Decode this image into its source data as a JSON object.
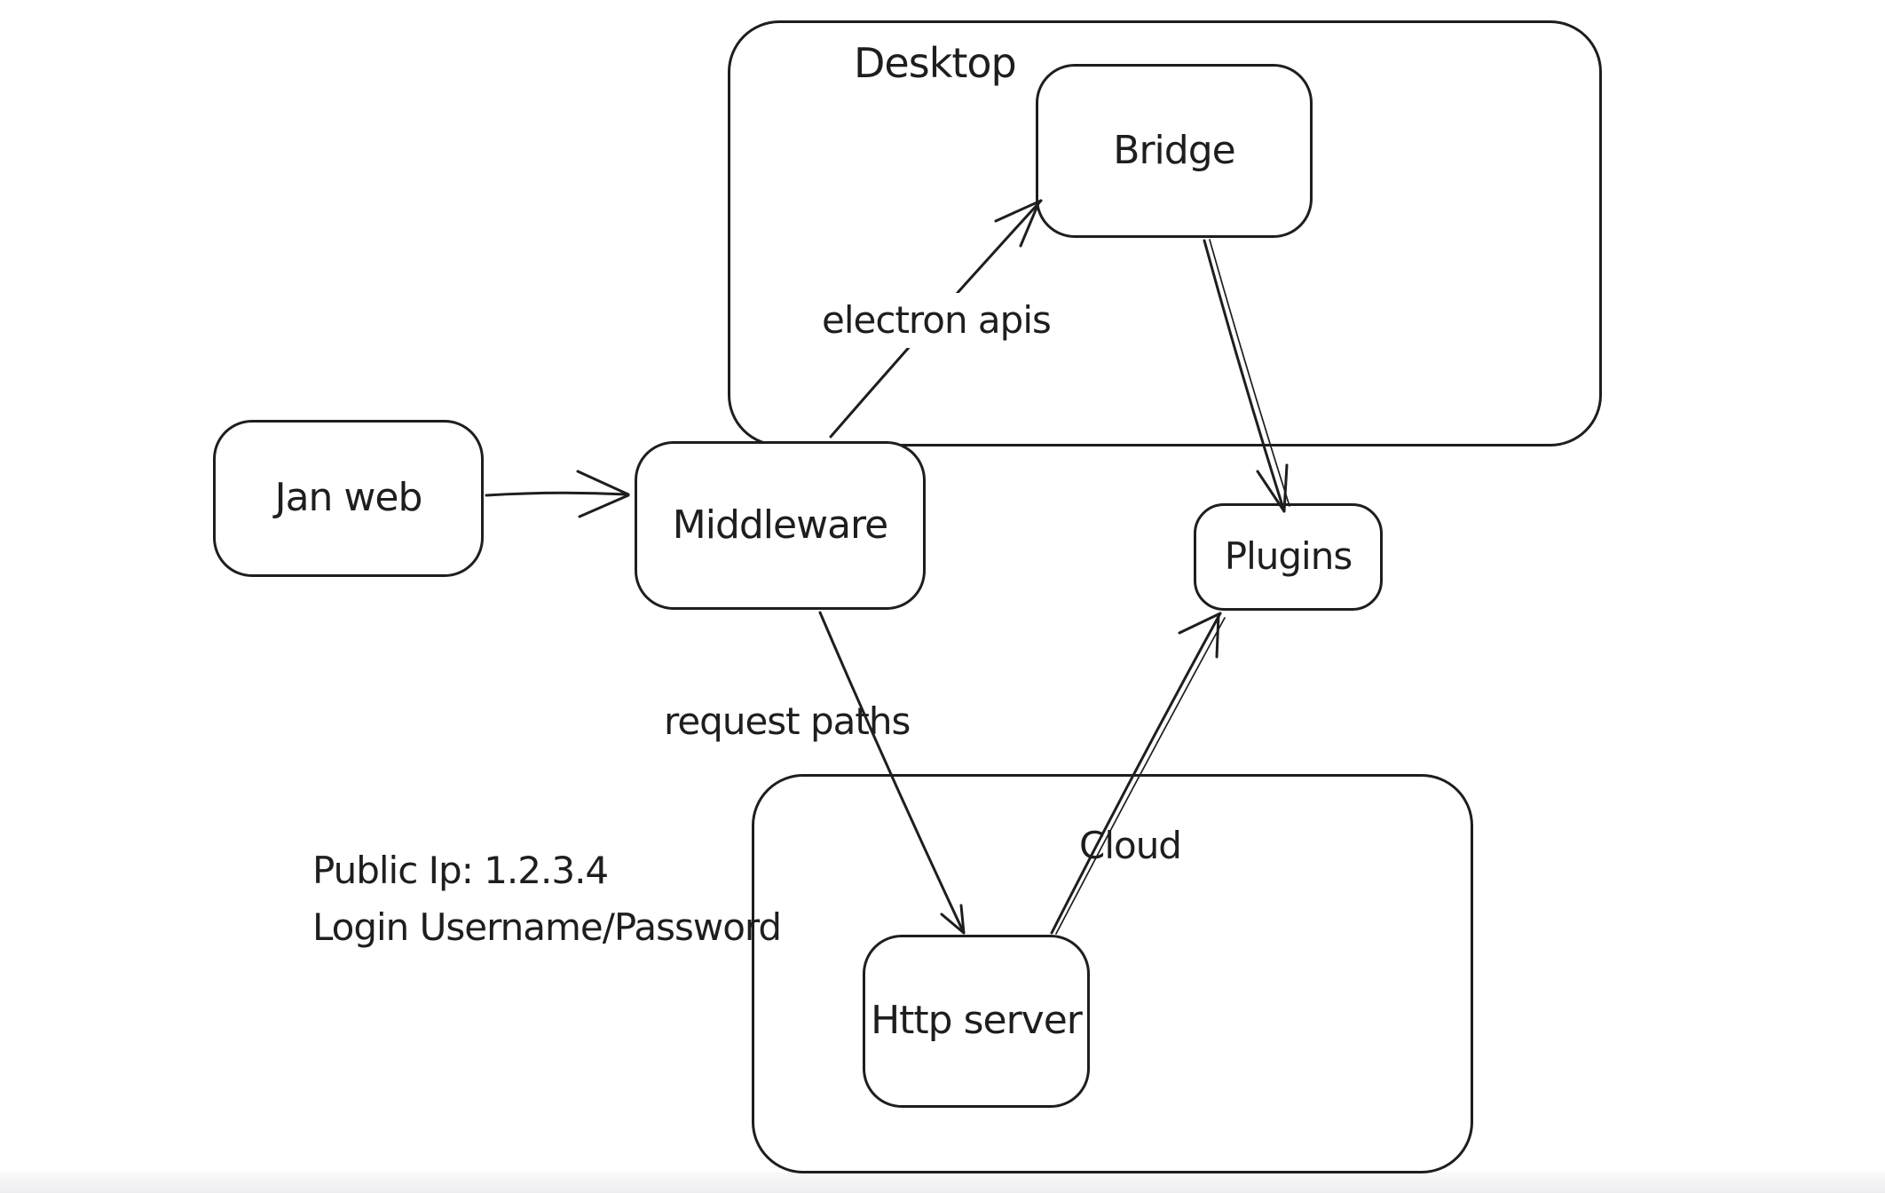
{
  "canvas": {
    "background": "#ffffff",
    "stroke_color": "#1e1e1e"
  },
  "containers": {
    "desktop": {
      "label": "Desktop"
    },
    "cloud": {
      "label": "Cloud"
    }
  },
  "nodes": {
    "jan_web": {
      "label": "Jan web"
    },
    "middleware": {
      "label": "Middleware"
    },
    "bridge": {
      "label": "Bridge"
    },
    "plugins": {
      "label": "Plugins"
    },
    "http_server": {
      "label": "Http server"
    }
  },
  "edges": [
    {
      "id": "jan-web-to-middleware",
      "from": "Jan web",
      "to": "Middleware",
      "label": ""
    },
    {
      "id": "middleware-to-bridge",
      "from": "Middleware",
      "to": "Bridge",
      "label": "electron apis"
    },
    {
      "id": "bridge-to-plugins",
      "from": "Bridge",
      "to": "Plugins",
      "label": ""
    },
    {
      "id": "middleware-to-http-server",
      "from": "Middleware",
      "to": "Http server",
      "label": "request paths"
    },
    {
      "id": "http-server-to-plugins",
      "from": "Http server",
      "to": "Plugins",
      "label": ""
    }
  ],
  "annotations": {
    "public_ip": "Public Ip: 1.2.3.4",
    "login": "Login Username/Password"
  }
}
